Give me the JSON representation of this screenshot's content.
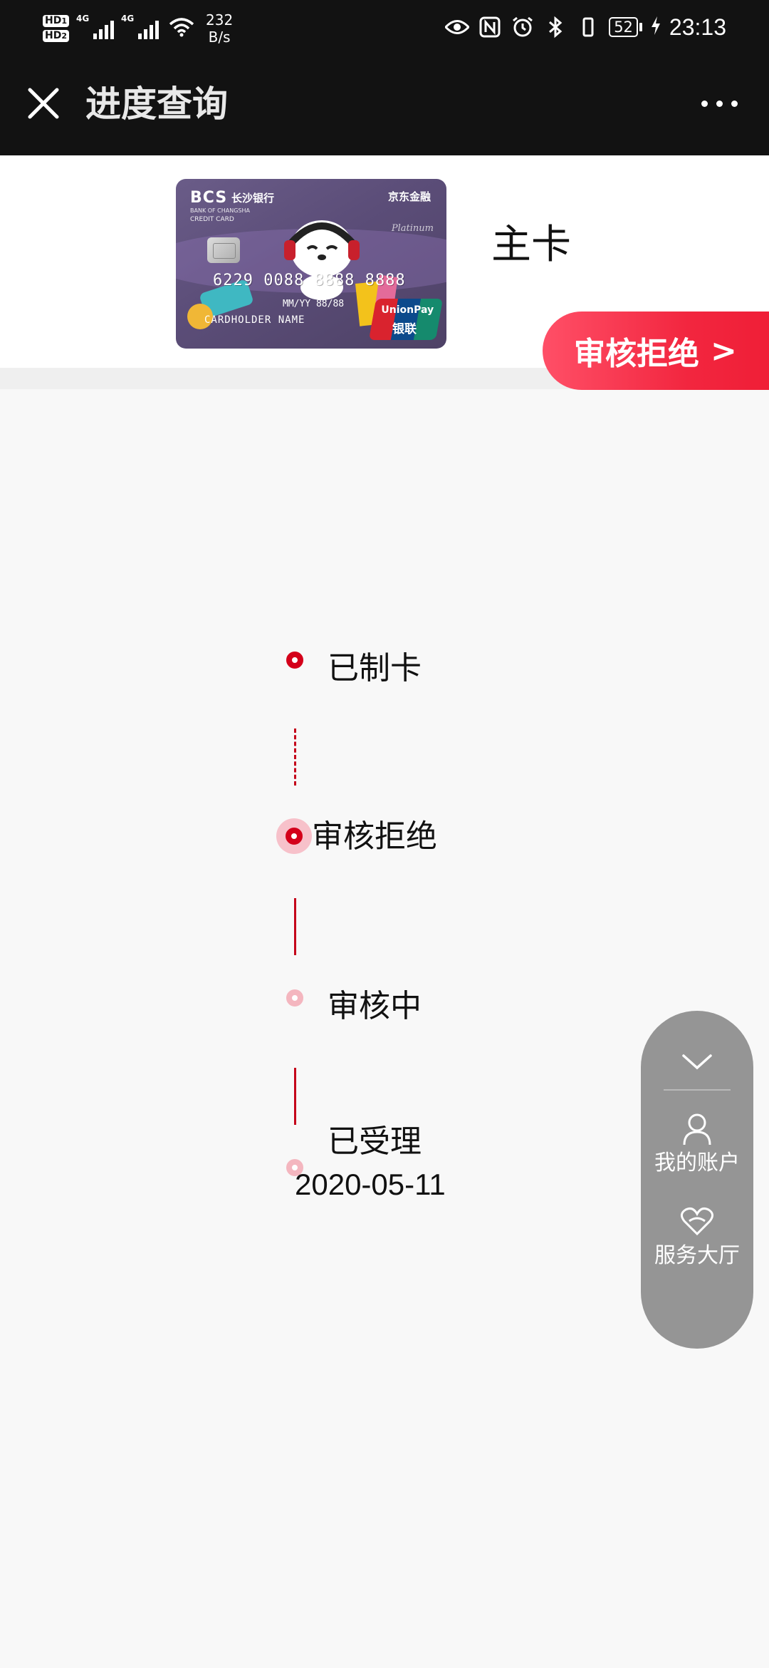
{
  "status_bar": {
    "sim1": "HD",
    "sim1_index": "1",
    "sim2": "HD",
    "sim2_index": "2",
    "network1": "4G",
    "network2": "4G",
    "speed_value": "232",
    "speed_unit": "B/s",
    "battery": "52",
    "time": "23:13"
  },
  "header": {
    "title": "进度查询"
  },
  "card": {
    "bank_logo": "BCS",
    "bank_name": "长沙银行",
    "bank_name_en": "BANK OF CHANGSHA",
    "card_kind": "CREDIT CARD",
    "partner": "京东金融",
    "tier": "Platinum",
    "number": "6229 0088 8888 8888",
    "valid": "MM/YY 88/88",
    "holder": "CARDHOLDER NAME",
    "network_en": "UnionPay",
    "network_cn": "银联",
    "type_label": "主卡",
    "status_label": "审核拒绝",
    "status_arrow": ">"
  },
  "timeline": {
    "steps": [
      {
        "label": "已制卡",
        "state": "done"
      },
      {
        "label": "审核拒绝",
        "state": "current"
      },
      {
        "label": "审核中",
        "state": "pending"
      },
      {
        "label": "已受理",
        "state": "pending",
        "date": "2020-05-11"
      }
    ]
  },
  "float_menu": {
    "account_label": "我的账户",
    "service_label": "服务大厅"
  },
  "colors": {
    "accent": "#d4001a",
    "pending": "#f4b6bf",
    "status_pill": "#f2263f",
    "float_panel": "#959595"
  }
}
